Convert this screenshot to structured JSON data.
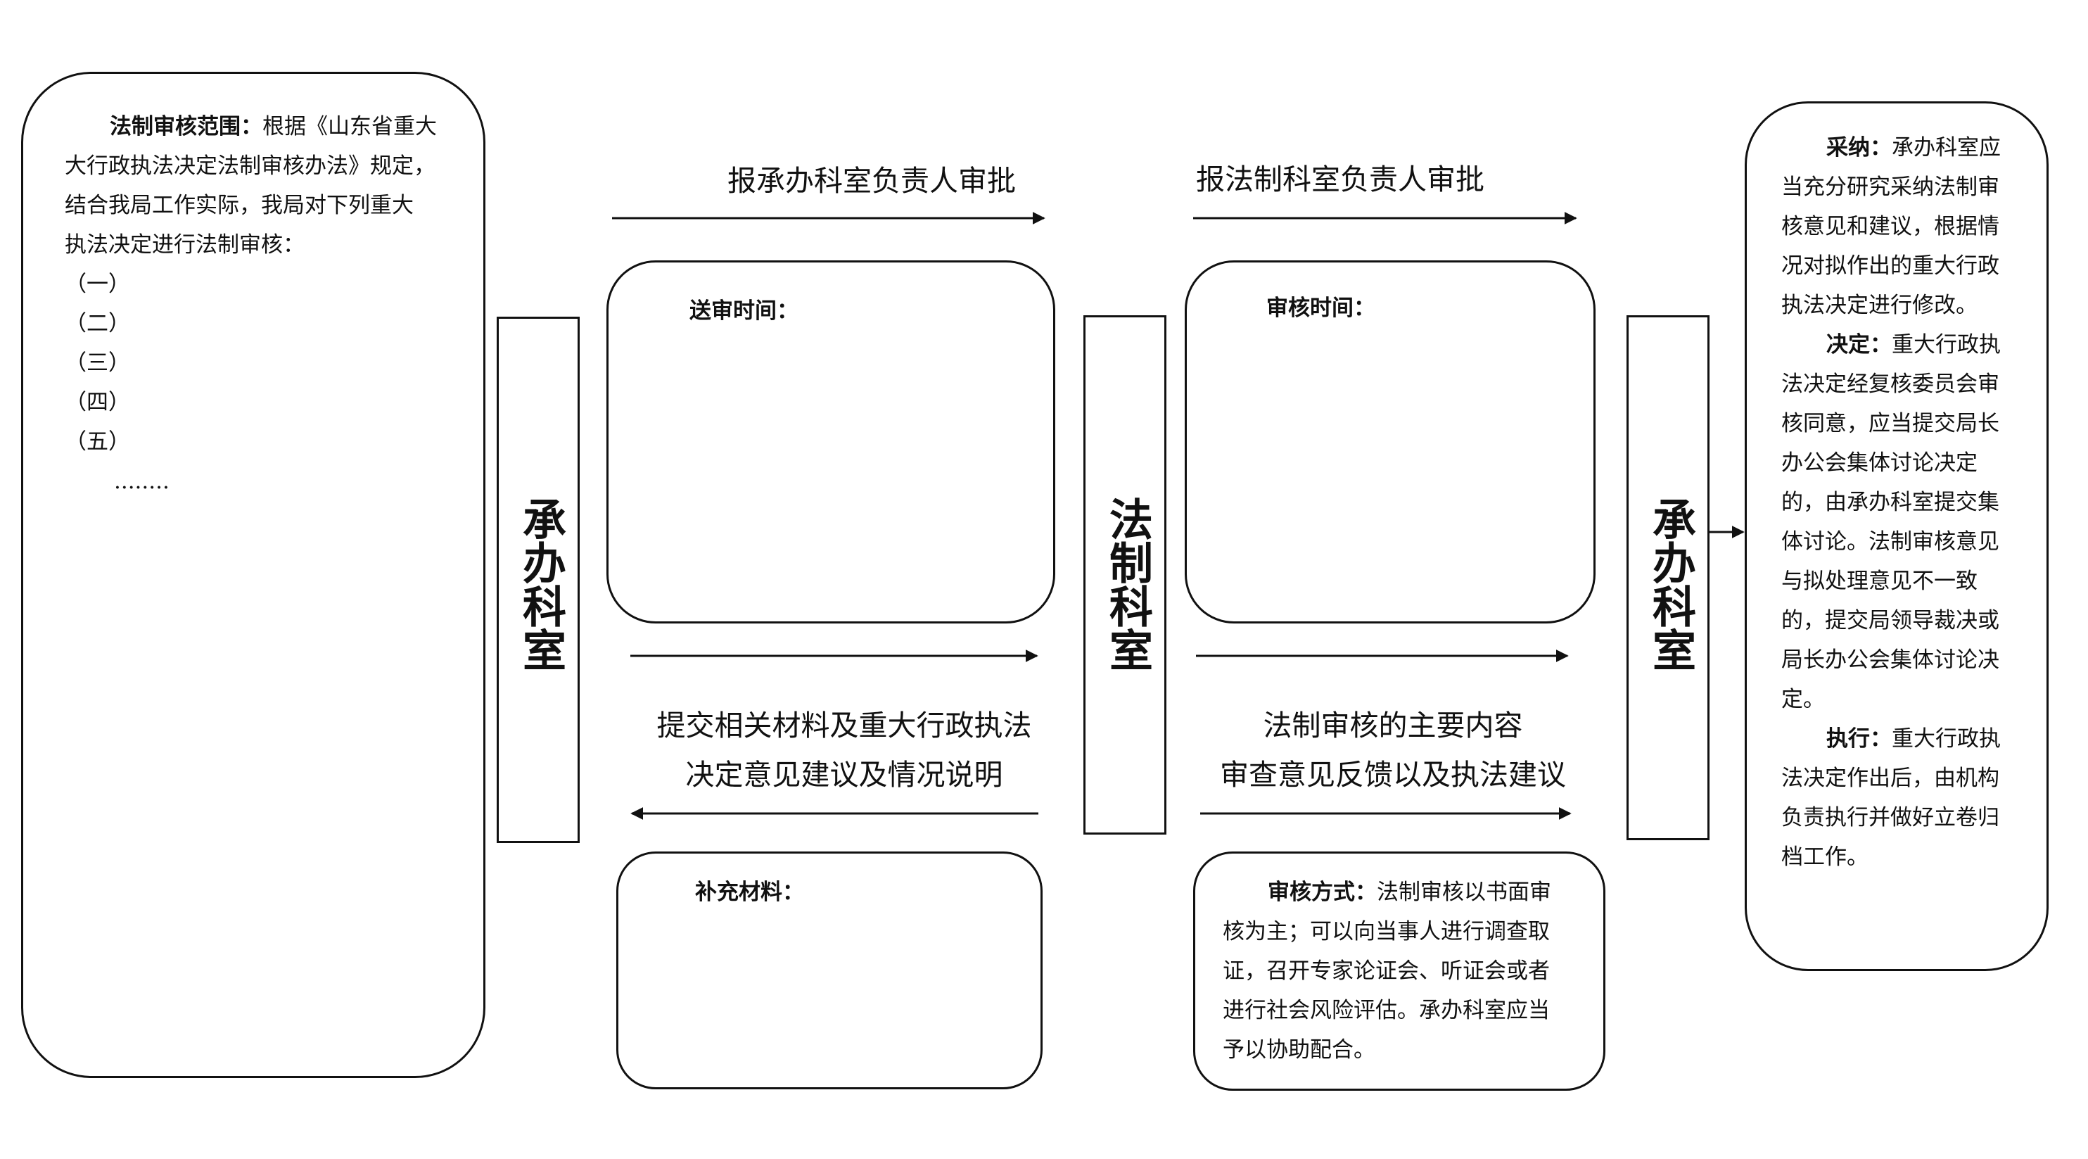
{
  "scope": {
    "heading": "法制审核范围：",
    "intro_lines": [
      "根据《山东省重大",
      "大行政执法决定法制审核办法》规定，",
      "结合我局工作实际，我局对下列重大",
      "执法决定进行法制审核："
    ],
    "items": [
      "（一）",
      "（二）",
      "（三）",
      "（四）",
      "（五）"
    ],
    "ellipsis": "........"
  },
  "nodes": {
    "dept_left": "承办科室",
    "legal_dept": "法制科室",
    "dept_right": "承办科室"
  },
  "flows": {
    "report_dept_head": "报承办科室负责人审批",
    "report_legal_head": "报法制科室负责人审批",
    "submit_line1": "提交相关材料及重大行政执法",
    "submit_line2": "决定意见建议及情况说明",
    "review_line1": "法制审核的主要内容",
    "review_line2": "审查意见反馈以及执法建议"
  },
  "boxes": {
    "send_time_label": "送审时间：",
    "review_time_label": "审核时间：",
    "supplement_label": "补充材料：",
    "method_heading": "审核方式：",
    "method_lines": [
      "法制审核以书面审",
      "核为主；可以向当事人进行调查取",
      "证，召开专家论证会、听证会或者",
      "进行社会风险评估。承办科室应当",
      "予以协助配合。"
    ]
  },
  "outcome": {
    "adopt_heading": "采纳：",
    "adopt_lines": [
      "承办科室应",
      "当充分研究采纳法制审",
      "核意见和建议，根据情",
      "况对拟作出的重大行政",
      "执法决定进行修改。"
    ],
    "decide_heading": "决定：",
    "decide_lines": [
      "重大行政执",
      "法决定经复核委员会审",
      "核同意，应当提交局长",
      "办公会集体讨论决定",
      "的，由承办科室提交集",
      "体讨论。法制审核意见",
      "与拟处理意见不一致",
      "的，提交局领导裁决或",
      "局长办公会集体讨论决",
      "定。"
    ],
    "execute_heading": "执行：",
    "execute_lines": [
      "重大行政执",
      "法决定作出后，由机构",
      "负责执行并做好立卷归",
      "档工作。"
    ]
  }
}
